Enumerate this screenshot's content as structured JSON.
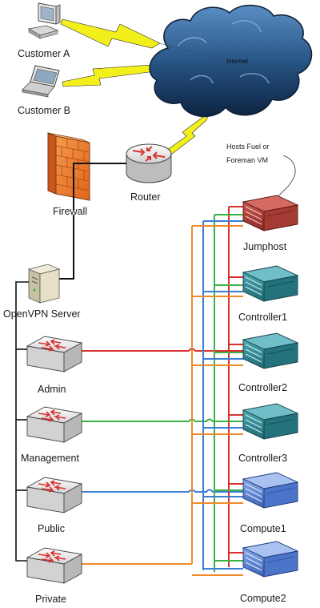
{
  "labels": {
    "customer_a": "Customer A",
    "customer_b": "Customer B",
    "internet": "Internet",
    "router": "Router",
    "firewall": "Firewall",
    "hosts_note_line1": "Hosts Fuel or",
    "hosts_note_line2": "Foreman VM",
    "jumphost": "Jumphost",
    "openvpn": "OpenVPN Server",
    "controller1": "Controller1",
    "controller2": "Controller2",
    "controller3": "Controller3",
    "compute1": "Compute1",
    "compute2": "Compute2",
    "admin": "Admin",
    "management": "Management",
    "public": "Public",
    "private": "Private"
  },
  "colors": {
    "admin_network": "#d9302c",
    "management_network": "#3cb043",
    "public_network": "#3a7fd5",
    "private_network": "#f08a2a",
    "lightning": "#f2ef1a",
    "jumphost": "#b23b35",
    "controller": "#2e8a95",
    "compute": "#5b86d6",
    "firewall": "#f07a2a",
    "cloud": "#1f4e79"
  }
}
